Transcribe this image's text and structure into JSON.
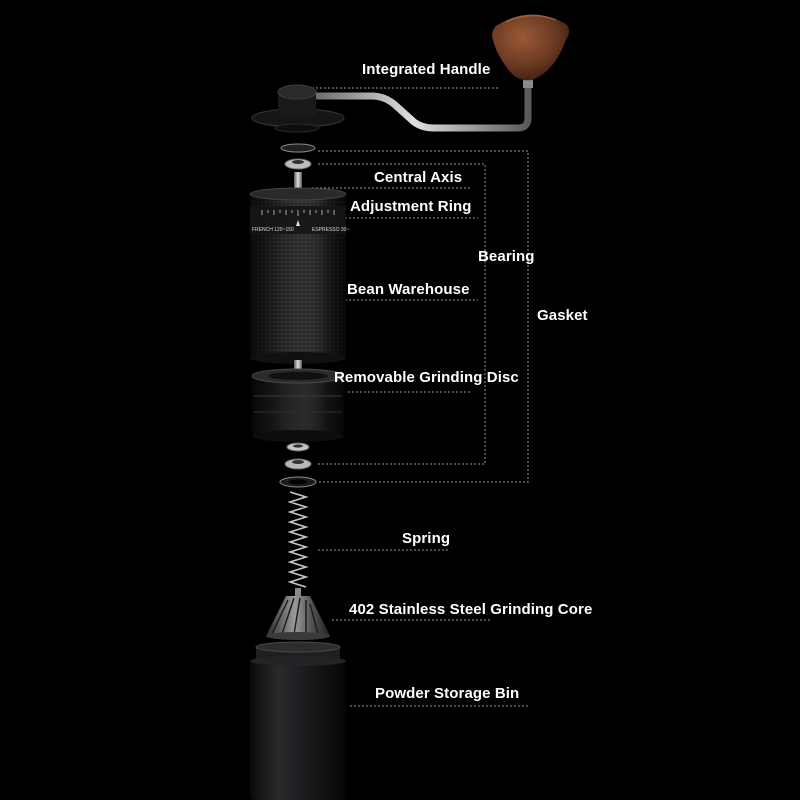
{
  "labels": {
    "integrated_handle": "Integrated Handle",
    "central_axis": "Central Axis",
    "adjustment_ring": "Adjustment Ring",
    "bearing": "Bearing",
    "bean_warehouse": "Bean Warehouse",
    "gasket": "Gasket",
    "removable_grinding_disc": "Removable Grinding Disc",
    "spring": "Spring",
    "grinding_core": "402 Stainless Steel Grinding Core",
    "powder_storage_bin": "Powder Storage Bin"
  },
  "ring_markings": {
    "left": "FRENCH 120~150",
    "right": "ESPRESSO 30~"
  },
  "colors": {
    "background": "#000000",
    "label_text": "#ffffff",
    "leader_line": "#9a9a9a",
    "walnut_knob": "#6b3a22",
    "body_metal": "#1c1c1e",
    "steel": "#b5b5b5"
  }
}
